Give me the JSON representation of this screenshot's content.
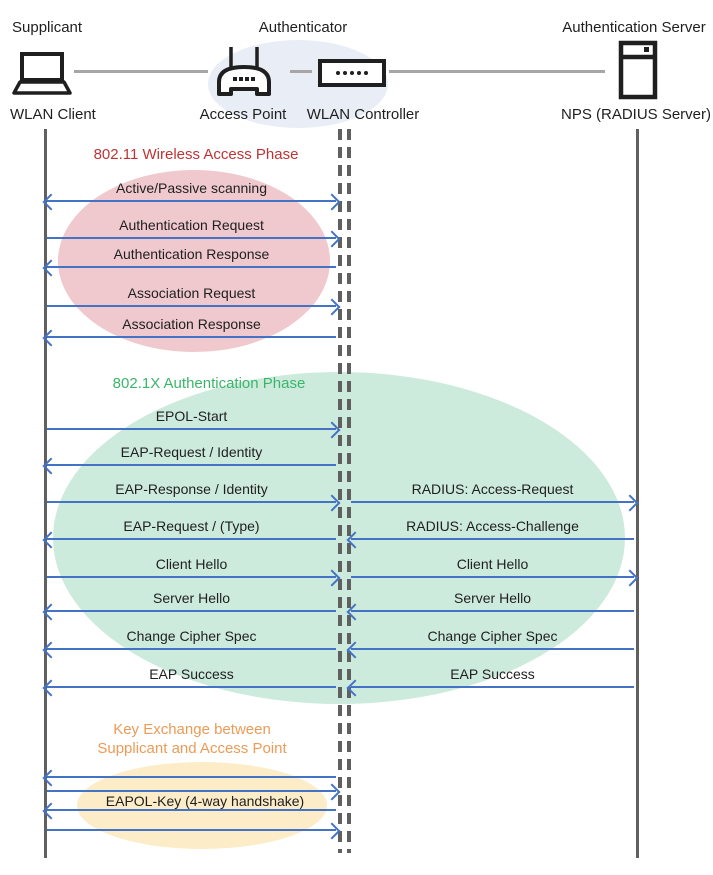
{
  "colors": {
    "arrow_color": "#4472C4",
    "lifeline_color": "#606060",
    "connector_color": "#A6A6A6",
    "text_color": "#1f1f1f",
    "icon_color": "#1f1f1f",
    "phase1_title": "#BE3434",
    "phase2_title": "#3BB56A",
    "phase3_title": "#ED9B57",
    "phase1_fill": "#EFC9CD",
    "phase2_fill": "#CDEBDC",
    "phase3_fill": "#FCECC8",
    "authenticator_fill": "#E9EDF6"
  },
  "actors": {
    "supplicant": {
      "role": "Supplicant",
      "device": "WLAN Client"
    },
    "authenticator": {
      "role": "Authenticator",
      "access_point": "Access Point",
      "wlan_controller": "WLAN Controller"
    },
    "authentication_server": {
      "role": "Authentication Server",
      "device": "NPS (RADIUS Server)"
    }
  },
  "phases": [
    {
      "id": "wireless-access",
      "title": "802.11 Wireless Access Phase"
    },
    {
      "id": "dot1x-authentication",
      "title": "802.1X Authentication Phase"
    },
    {
      "id": "key-exchange",
      "title_line1": "Key Exchange between",
      "title_line2": "Supplicant and Access Point",
      "band_label": "EAPOL-Key (4-way handshake)"
    }
  ],
  "messages": [
    {
      "from": "client",
      "to": "controller",
      "bidirectional": true,
      "label": "Active/Passive scanning"
    },
    {
      "from": "client",
      "to": "controller",
      "label": "Authentication Request"
    },
    {
      "from": "controller",
      "to": "client",
      "label": "Authentication Response"
    },
    {
      "from": "client",
      "to": "controller",
      "label": "Association Request"
    },
    {
      "from": "controller",
      "to": "client",
      "label": "Association Response"
    },
    {
      "from": "client",
      "to": "controller",
      "label": "EPOL-Start"
    },
    {
      "from": "controller",
      "to": "client",
      "label": "EAP-Request / Identity"
    },
    {
      "from": "client",
      "to": "controller",
      "label": "EAP-Response / Identity"
    },
    {
      "from": "controller",
      "to": "server",
      "label": "RADIUS: Access-Request"
    },
    {
      "from": "controller",
      "to": "client",
      "label": "EAP-Request / (Type)"
    },
    {
      "from": "server",
      "to": "controller",
      "label": "RADIUS: Access-Challenge"
    },
    {
      "from": "client",
      "to": "controller",
      "label": "Client Hello"
    },
    {
      "from": "controller",
      "to": "server",
      "label": "Client Hello"
    },
    {
      "from": "controller",
      "to": "client",
      "label": "Server Hello"
    },
    {
      "from": "server",
      "to": "controller",
      "label": "Server Hello"
    },
    {
      "from": "controller",
      "to": "client",
      "label": "Change Cipher Spec"
    },
    {
      "from": "server",
      "to": "controller",
      "label": "Change Cipher Spec"
    },
    {
      "from": "controller",
      "to": "client",
      "label": "EAP Success"
    },
    {
      "from": "server",
      "to": "controller",
      "label": "EAP Success"
    },
    {
      "from": "controller",
      "to": "client",
      "label": ""
    },
    {
      "from": "client",
      "to": "controller",
      "label": ""
    },
    {
      "from": "controller",
      "to": "client",
      "label": ""
    },
    {
      "from": "client",
      "to": "controller",
      "label": ""
    }
  ]
}
